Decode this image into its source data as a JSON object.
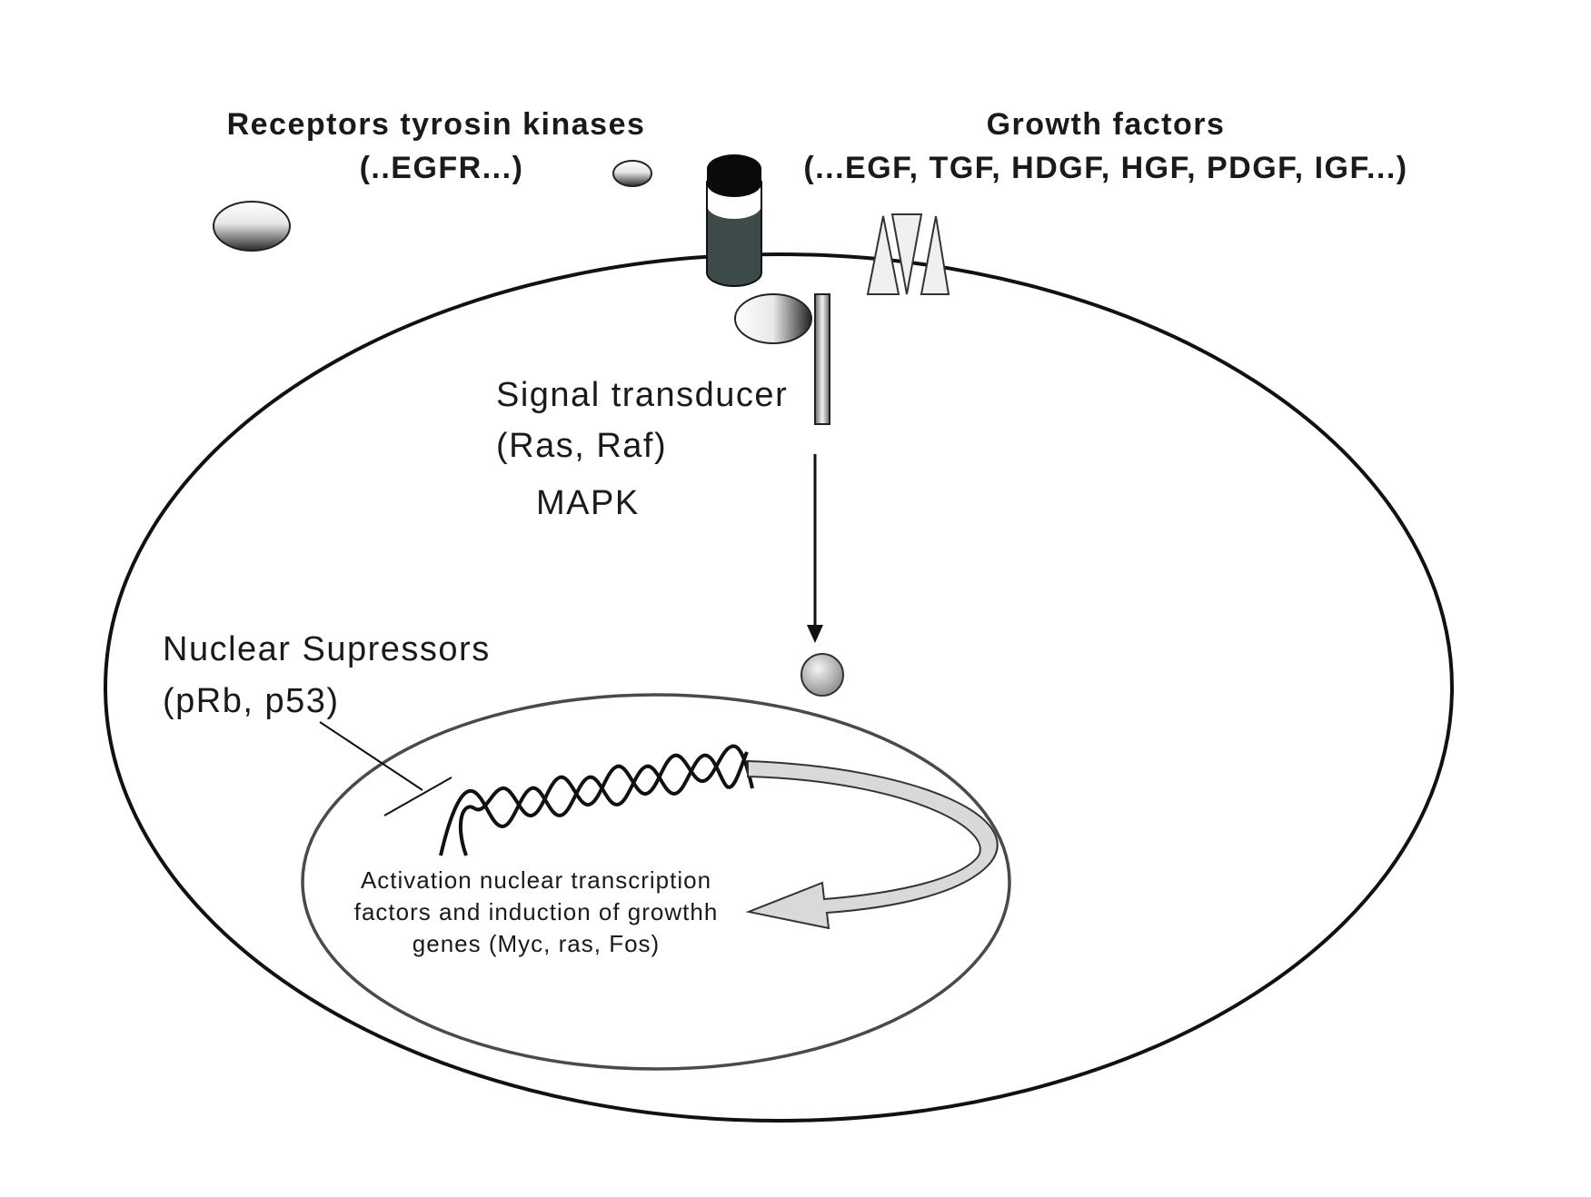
{
  "labels": {
    "receptors_line1": "Receptors tyrosin kinases",
    "receptors_line2": "(..EGFR...)",
    "growth_line1": "Growth factors",
    "growth_line2": "(...EGF, TGF, HDGF, HGF, PDGF, IGF...)",
    "transducer_line1": "Signal transducer",
    "transducer_line2": "(Ras, Raf)",
    "transducer_line3": "MAPK",
    "suppressors_line1": "Nuclear Supressors",
    "suppressors_line2": "(pRb, p53)",
    "activation_line1": "Activation nuclear transcription",
    "activation_line2": "factors and induction of growthh",
    "activation_line3": "genes (Myc, ras, Fos)"
  },
  "colors": {
    "outline": "#111111",
    "nucleus_outline": "#4a4a4a",
    "receptor_dark": "#3d4a4a",
    "receptor_cap": "#0a0a0a",
    "curved_arrow_fill": "#d8dad8"
  }
}
